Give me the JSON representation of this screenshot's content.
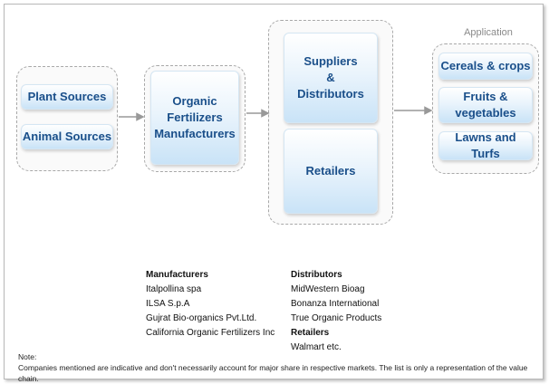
{
  "diagram": {
    "sources": {
      "plant": "Plant Sources",
      "animal": "Animal Sources"
    },
    "manufacturers_node": "Organic\nFertilizers\nManufacturers",
    "channels": {
      "suppliers": "Suppliers\n&\nDistributors",
      "retailers": "Retailers"
    },
    "application": {
      "title": "Application",
      "items": [
        "Cereals & crops",
        "Fruits &\nvegetables",
        "Lawns and Turfs"
      ]
    }
  },
  "companies": {
    "manufacturers_heading": "Manufacturers",
    "manufacturers": [
      "Italpollina spa",
      "ILSA S.p.A",
      "Gujrat Bio-organics Pvt.Ltd.",
      "California Organic Fertilizers Inc"
    ],
    "distributors_heading": "Distributors",
    "distributors": [
      "MidWestern Bioag",
      "Bonanza International",
      "True Organic Products"
    ],
    "retailers_heading": "Retailers",
    "retailers": [
      "Walmart etc."
    ]
  },
  "note": {
    "label": "Note:",
    "text": "Companies mentioned are indicative and don't necessarily account for major share in respective markets. The list is only a representation of the value chain."
  },
  "colors": {
    "node_text": "#1a4f8a",
    "connector": "#999999"
  }
}
